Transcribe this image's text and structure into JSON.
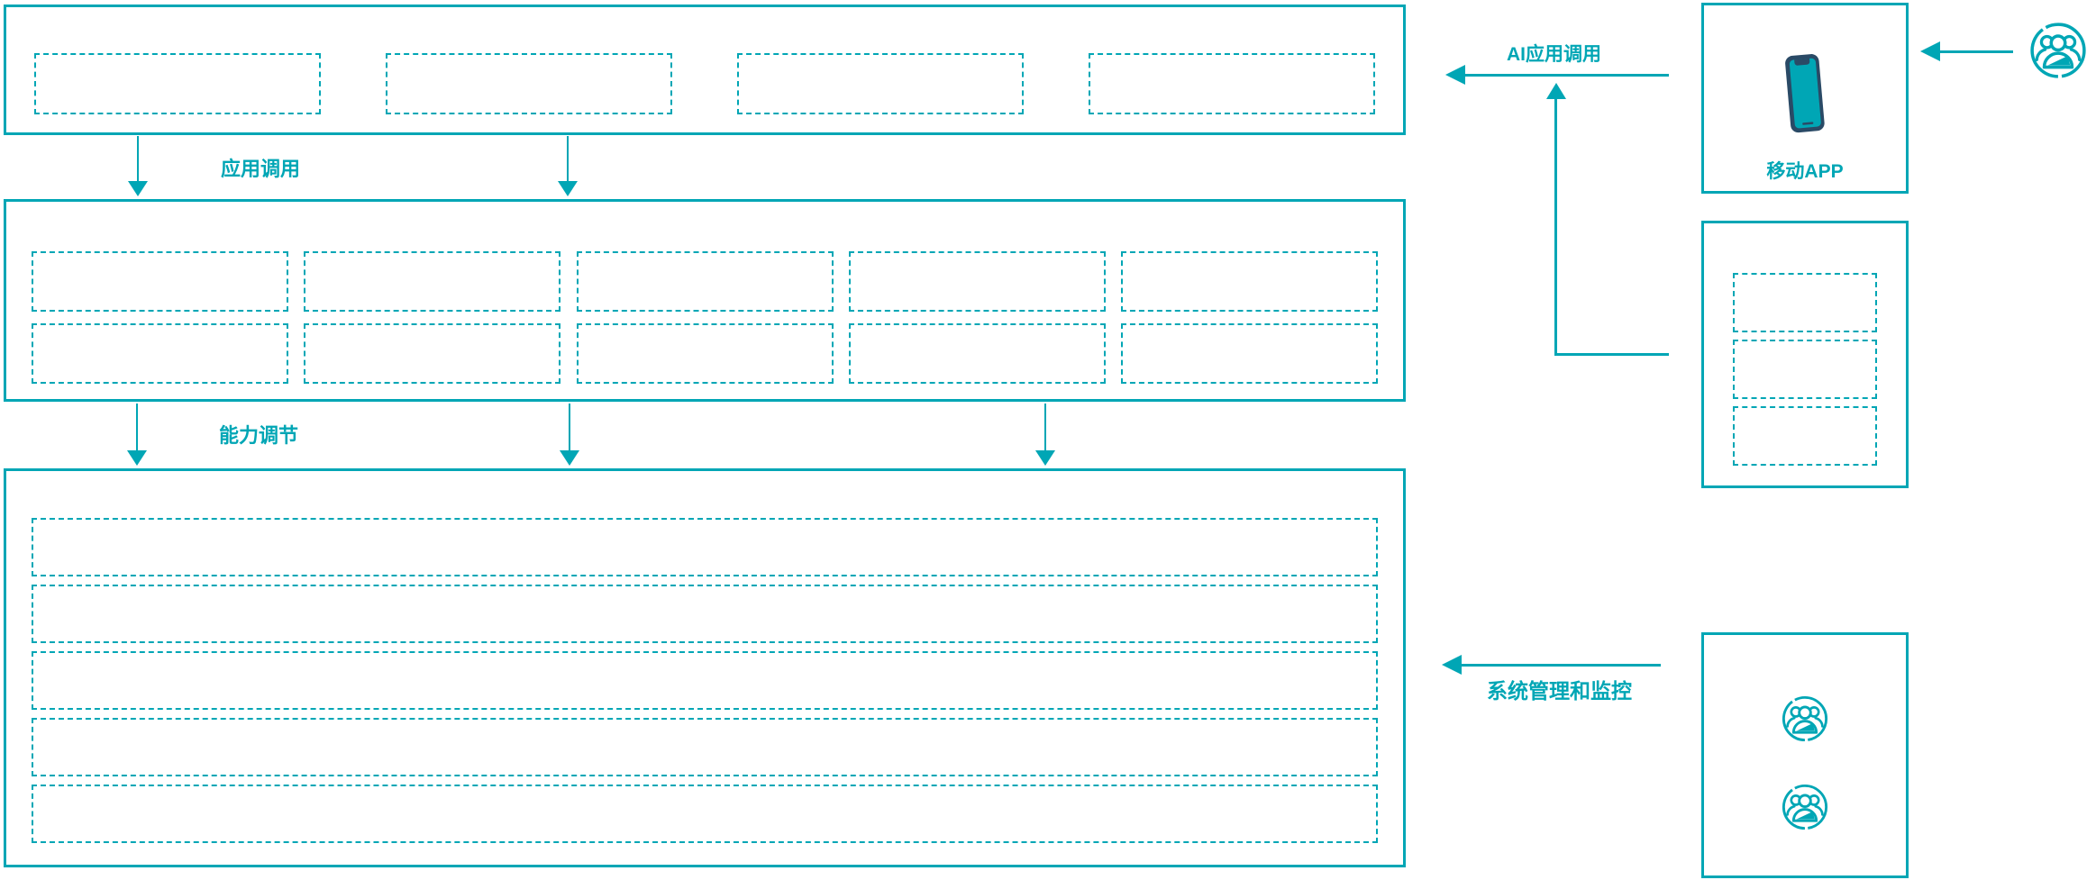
{
  "colors": {
    "accent_teal": "#00a6b5",
    "phone_frame_navy": "#2a4a66",
    "background": "#ffffff"
  },
  "labels": {
    "app_call": "应用调用",
    "capability": "能力调节",
    "ai_app_call": "AI应用调用",
    "mobile_app": "移动APP",
    "system_monitor": "系统管理和监控"
  },
  "icons": {
    "user_group": "users-icon",
    "smartphone": "smartphone-icon"
  },
  "diagram": {
    "top_band": {
      "slots": [
        "",
        "",
        "",
        ""
      ]
    },
    "middle_band": {
      "slots": [
        "",
        "",
        "",
        "",
        "",
        "",
        "",
        "",
        "",
        ""
      ]
    },
    "bottom_band": {
      "rows": [
        "",
        "",
        "",
        "",
        ""
      ]
    },
    "right_middle_box": {
      "slots": [
        "",
        "",
        ""
      ]
    },
    "right_bottom_box": {
      "user_icons": [
        "",
        ""
      ]
    }
  }
}
